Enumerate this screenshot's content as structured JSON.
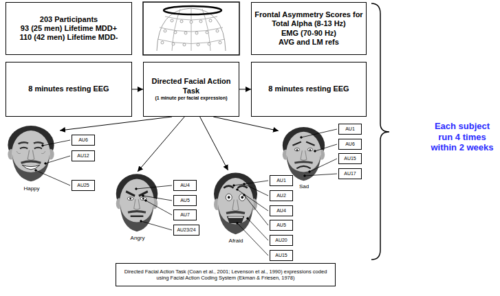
{
  "diagram": {
    "nodes": [
      {
        "text": [
          "203 Participants",
          "93 (25 men) Lifetime MDD+",
          "110 (42 men) Lifetime MDD-"
        ]
      },
      {
        "text": [
          "Frontal Asymmetry Scores for",
          "Total Alpha (8-13 Hz)",
          "EMG (70-90 Hz)",
          "AVG and LM refs"
        ]
      },
      {
        "text": [
          "8 minutes resting EEG"
        ]
      },
      {
        "text": [
          "Directed Facial Action Task",
          "(1 minute per facial expression)"
        ]
      },
      {
        "text": [
          "8 minutes resting EEG"
        ]
      },
      {
        "text": [
          "Happy"
        ]
      },
      {
        "text": [
          "AU6"
        ],
        "in": 5
      },
      {
        "text": [
          "AU12"
        ],
        "in": 5
      },
      {
        "text": [
          "AU25"
        ],
        "in": 5
      },
      {
        "text": [
          "Angry"
        ]
      },
      {
        "text": [
          "AU4"
        ],
        "in": 9
      },
      {
        "text": [
          "AU5"
        ],
        "in": 9
      },
      {
        "text": [
          "AU7"
        ],
        "in": 9
      },
      {
        "text": [
          "AU23/24"
        ],
        "in": 9
      },
      {
        "text": [
          "Afraid"
        ]
      },
      {
        "text": [
          "AU1"
        ],
        "in": 14
      },
      {
        "text": [
          "AU2"
        ],
        "in": 14
      },
      {
        "text": [
          "AU4"
        ],
        "in": 14
      },
      {
        "text": [
          "AU5"
        ],
        "in": 14
      },
      {
        "text": [
          "AU20"
        ],
        "in": 14
      },
      {
        "text": [
          "AU15"
        ],
        "in": 14
      },
      {
        "text": [
          "Sad"
        ]
      },
      {
        "text": [
          "AU1"
        ],
        "in": 21
      },
      {
        "text": [
          "AU6"
        ],
        "in": 21
      },
      {
        "text": [
          "AU15"
        ],
        "in": 21
      },
      {
        "text": [
          "AU17"
        ],
        "in": 21
      },
      {
        "text": [
          "Directed Facial Action Task (Coan et al., 2001; Levenson et al., 1990) expressions coded using Facial Action Coding System (Ekman & Friesen, 1978)"
        ]
      }
    ],
    "edges": [
      {
        "from": 2,
        "to": 3,
        "arrow": "to"
      },
      {
        "from": 3,
        "to": 4,
        "arrow": "to"
      },
      {
        "from": 3,
        "to": 5,
        "arrow": "to"
      },
      {
        "from": 3,
        "to": 9,
        "arrow": "to"
      },
      {
        "from": 3,
        "to": 14,
        "arrow": "to"
      },
      {
        "from": 3,
        "to": 21,
        "arrow": "to"
      }
    ],
    "labels": [
      "Each subject run 4 times within 2 weeks"
    ]
  }
}
